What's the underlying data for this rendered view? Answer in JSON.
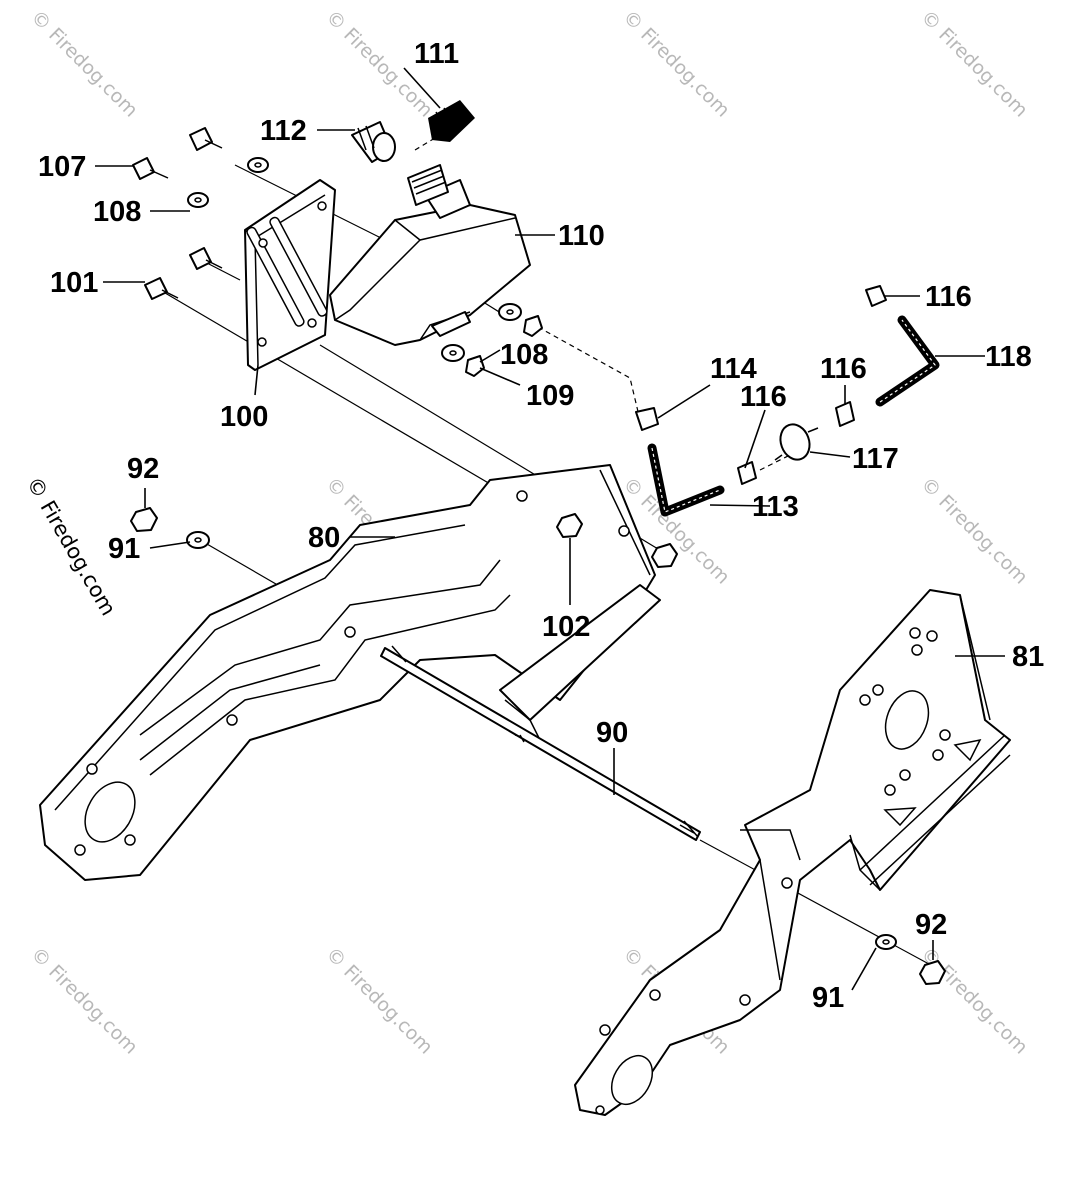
{
  "diagram": {
    "callouts": {
      "c111": "111",
      "c112": "112",
      "c107": "107",
      "c108a": "108",
      "c110": "110",
      "c101": "101",
      "c116a": "116",
      "c118": "118",
      "c108b": "108",
      "c114": "114",
      "c116b": "116",
      "c116c": "116",
      "c109": "109",
      "c100": "100",
      "c117": "117",
      "c92a": "92",
      "c113": "113",
      "c91a": "91",
      "c80": "80",
      "c102": "102",
      "c81": "81",
      "c90": "90",
      "c92b": "92",
      "c91b": "91"
    },
    "watermark": "© Firedog.com"
  }
}
